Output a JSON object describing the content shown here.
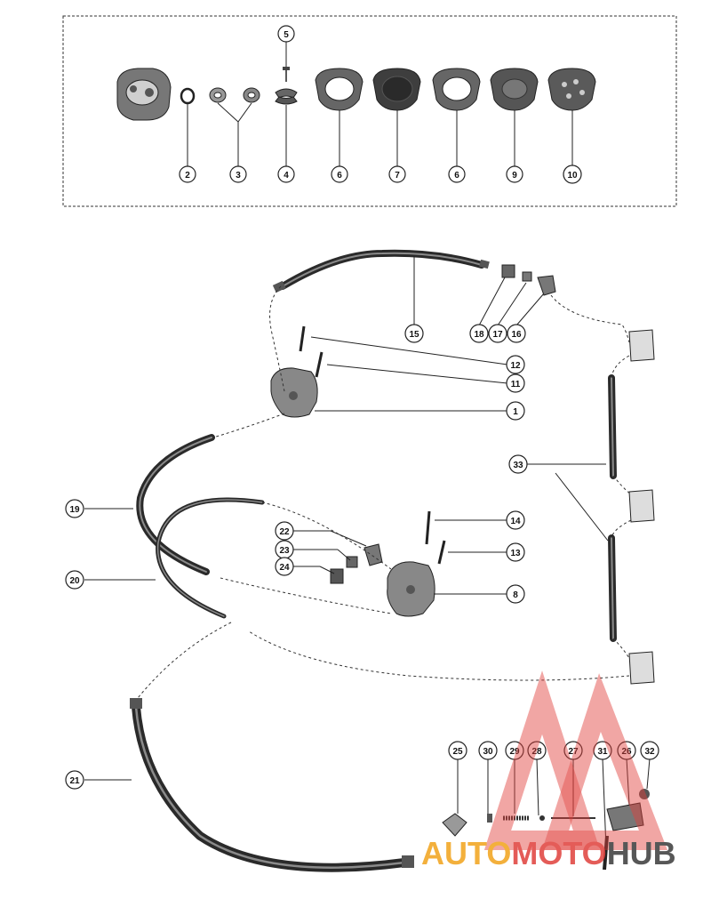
{
  "callouts": [
    "1",
    "2",
    "3",
    "4",
    "5",
    "6",
    "6",
    "7",
    "8",
    "9",
    "10",
    "11",
    "12",
    "13",
    "14",
    "15",
    "16",
    "17",
    "18",
    "19",
    "20",
    "21",
    "22",
    "23",
    "24",
    "25",
    "26",
    "27",
    "28",
    "29",
    "30",
    "31",
    "32",
    "33"
  ],
  "watermark": {
    "part_auto": "AUTO",
    "part_moto": "MOTO",
    "part_hub": "HUB",
    "color_red": "#e0403c",
    "color_orange": "#f2a31b",
    "color_dark": "#3a3a3a"
  }
}
